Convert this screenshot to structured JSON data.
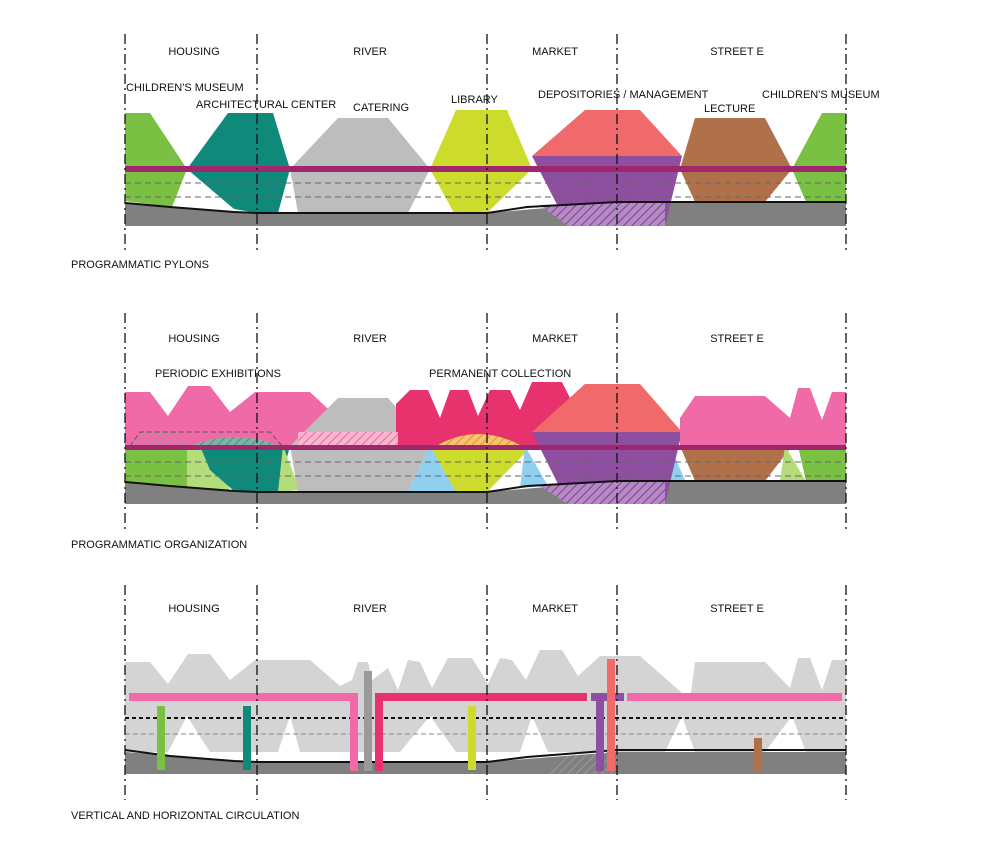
{
  "zones": [
    "HOUSING",
    "RIVER",
    "MARKET",
    "STREET E"
  ],
  "panels": [
    {
      "caption": "PROGRAMMATIC PYLONS",
      "labels": [
        "CHILDREN'S MUSEUM",
        "ARCHITECTURAL CENTER",
        "CATERING",
        "LIBRARY",
        "DEPOSITORIES / MANAGEMENT",
        "LECTURE",
        "CHILDREN'S MUSEUM"
      ]
    },
    {
      "caption": "PROGRAMMATIC ORGANIZATION",
      "labels": [
        "PERIODIC EXHIBITIONS",
        "PERMANENT COLLECTION"
      ]
    },
    {
      "caption": "VERTICAL AND HORIZONTAL CIRCULATION",
      "labels": []
    }
  ],
  "colors": {
    "childrens_museum": "#7ac143",
    "architectural_center": "#0f8a7a",
    "catering": "#bdbdbd",
    "library": "#cddc2c",
    "depositories": "#f0696b",
    "management_hatch": "#8e4fa0",
    "lecture": "#b0714a",
    "periodic_exhibitions": "#f06aa8",
    "permanent_collection": "#e8326e",
    "circulation_band": "#a0266e",
    "ground": "#808080",
    "light_blue": "#8fd0f0"
  }
}
